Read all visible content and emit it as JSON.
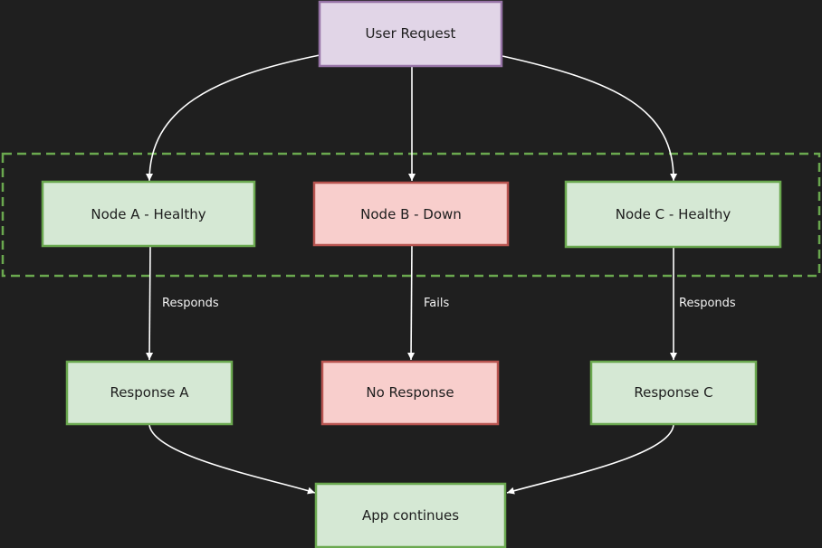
{
  "colors": {
    "background": "#1f1f1f",
    "healthy_fill": "#d5e8d4",
    "healthy_stroke": "#6aa84f",
    "down_fill": "#f8cecc",
    "down_stroke": "#b85450",
    "request_fill": "#e1d5e7",
    "request_stroke": "#9673a6",
    "edge": "#ffffff",
    "group_stroke": "#6aa84f"
  },
  "nodes": {
    "user_request": "User Request",
    "node_a": "Node A - Healthy",
    "node_b": "Node B - Down",
    "node_c": "Node C - Healthy",
    "response_a": "Response A",
    "no_response": "No Response",
    "response_c": "Response C",
    "app_continues": "App continues"
  },
  "edges": {
    "a_responds": "Responds",
    "b_fails": "Fails",
    "c_responds": "Responds"
  }
}
